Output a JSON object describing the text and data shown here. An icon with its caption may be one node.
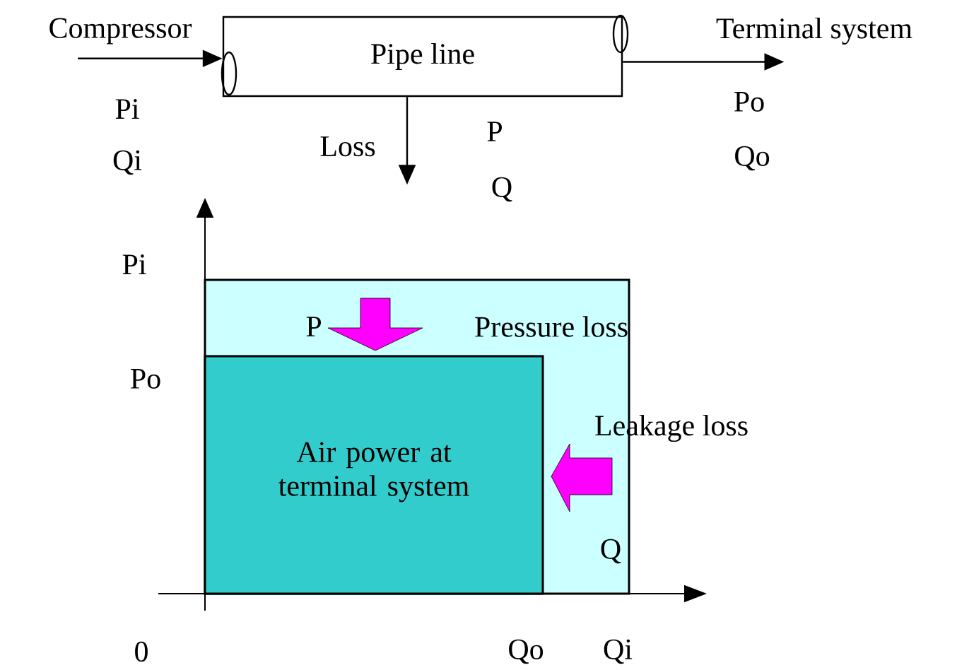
{
  "diagram": {
    "nodes": [
      {
        "text": [
          "Compressor"
        ]
      },
      {
        "text": [
          "Pipe line"
        ]
      },
      {
        "text": [
          "Terminal system"
        ]
      },
      {
        "text": [],
        "shape": "box"
      },
      {
        "text": [
          "Air power at terminal system"
        ],
        "in": 3
      }
    ],
    "edges": [
      {
        "from": 0,
        "to": 1,
        "arrow": "to"
      },
      {
        "from": 1,
        "to": 2,
        "arrow": "to"
      },
      {
        "from": 1,
        "to": null,
        "arrow": "to",
        "label": "Loss"
      }
    ],
    "labels": [
      "Pi",
      "Qi",
      "P",
      "Q",
      "Po",
      "Qo",
      "Pi",
      "P",
      "Pressure loss",
      "Po",
      "Leakage loss",
      "Q",
      "0",
      "Qo",
      "Qi"
    ]
  }
}
